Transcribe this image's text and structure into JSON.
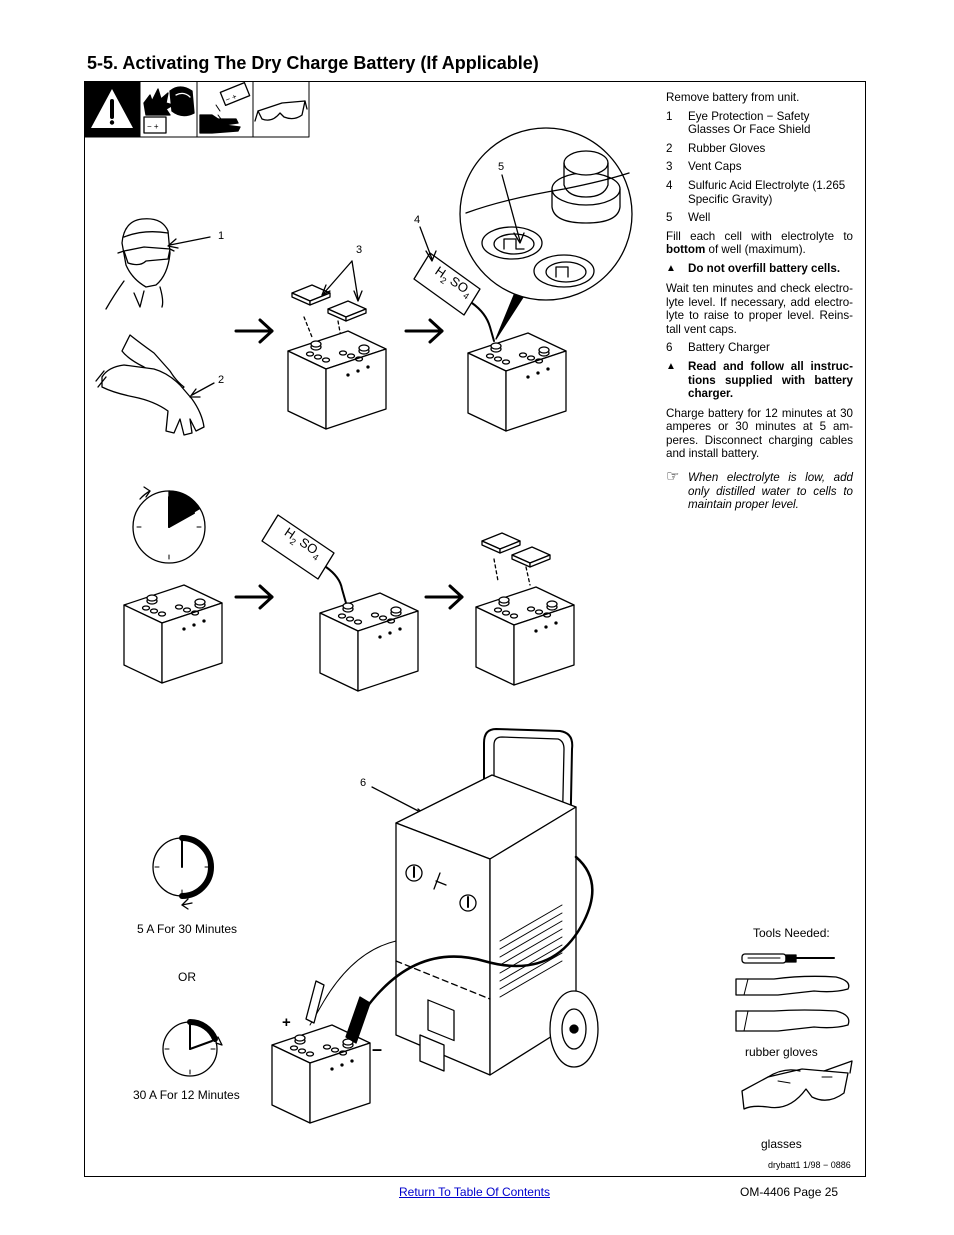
{
  "section_title": "5-5.   Activating The Dry Charge Battery (If Applicable)",
  "instructions": {
    "intro": "Remove battery from unit.",
    "items": [
      {
        "num": "1",
        "text": "Eye Protection − Safety Glasses Or Face Shield"
      },
      {
        "num": "2",
        "text": "Rubber Gloves"
      },
      {
        "num": "3",
        "text": "Vent Caps"
      },
      {
        "num": "4",
        "text": "Sulfuric Acid Electrolyte (1.265 Specific Gravity)"
      },
      {
        "num": "5",
        "text": "Well"
      }
    ],
    "fill_text_a": "Fill each cell with electrolyte to ",
    "fill_text_bold": "bottom",
    "fill_text_b": " of well (maximum).",
    "warning_1": "Do not overfill battery cells.",
    "wait_text": "Wait ten minutes and check electro-lyte level. If necessary, add electro-lyte to raise to proper level. Reins-tall vent caps.",
    "item_6": {
      "num": "6",
      "text": "Battery Charger"
    },
    "warning_2": "Read and follow all instruc-tions supplied with battery charger.",
    "charge_text": "Charge battery for 12 minutes at 30 amperes or 30 minutes at 5 am-peres. Disconnect charging cables and install battery.",
    "note": "When electrolyte is low, add only distilled water to cells to maintain proper level."
  },
  "callouts": {
    "c1": "1",
    "c2": "2",
    "c3": "3",
    "c4": "4",
    "c5": "5",
    "c6": "6"
  },
  "chem": {
    "h": "H",
    "two": "2",
    "so": " SO",
    "four": "4"
  },
  "timers": {
    "option_a": "5 A For 30 Minutes",
    "or": "OR",
    "option_b": "30 A For 12 Minutes"
  },
  "tools": {
    "heading": "Tools Needed:",
    "gloves": "rubber gloves",
    "glasses": "glasses"
  },
  "polarity": {
    "plus": "+",
    "minus": "–"
  },
  "drawing_id": "drybatt1 1/98 − 0886",
  "footer": {
    "link": "Return To Table Of Contents",
    "page": "OM-4406 Page 25"
  },
  "hazard_icons": [
    "warning-icon",
    "battery-explosion-icon",
    "acid-hand-icon",
    "safety-glasses-icon"
  ]
}
